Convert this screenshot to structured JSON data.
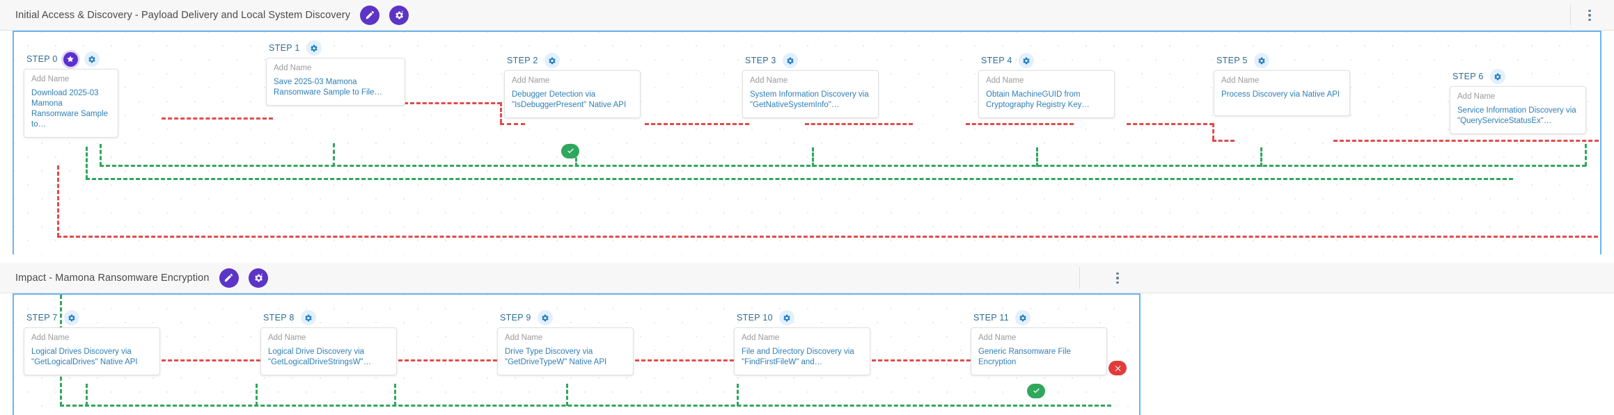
{
  "theme": {
    "accent_purple": "#5c34c6",
    "link_blue": "#2f7fb5",
    "lane_border_blue": "#6ab5ef",
    "connector_red": "#e24b4b",
    "connector_green": "#2fa75c",
    "status_ok_green": "#2fa75c",
    "status_error_red": "#e03c3c",
    "header_bg": "#f7f7f7"
  },
  "sections": [
    {
      "id": "section-initial-access",
      "title": "Initial Access & Discovery - Payload Delivery and Local System Discovery",
      "edit_icon": "pencil-icon",
      "settings_icon": "gear-sparkle-icon",
      "menu_icon": "kebab-menu-icon"
    },
    {
      "id": "section-impact",
      "title": "Impact - Mamona Ransomware Encryption",
      "edit_icon": "pencil-icon",
      "settings_icon": "gear-sparkle-icon",
      "menu_icon": "kebab-menu-icon"
    }
  ],
  "card_placeholder": "Add Name",
  "steps": [
    {
      "label": "STEP 0",
      "name_placeholder": "Add Name",
      "description": "Download 2025-03 Mamona Ransomware Sample to…",
      "has_star_badge": true,
      "star_icon": "star-badge-icon",
      "gear_icon": "gear-icon"
    },
    {
      "label": "STEP 1",
      "name_placeholder": "Add Name",
      "description": "Save 2025-03 Mamona Ransomware Sample to File…",
      "has_star_badge": false,
      "gear_icon": "gear-icon"
    },
    {
      "label": "STEP 2",
      "name_placeholder": "Add Name",
      "description": "Debugger Detection via \"IsDebuggerPresent\" Native API",
      "has_star_badge": false,
      "gear_icon": "gear-icon",
      "status": "ok"
    },
    {
      "label": "STEP 3",
      "name_placeholder": "Add Name",
      "description": "System Information Discovery via \"GetNativeSystemInfo\"…",
      "has_star_badge": false,
      "gear_icon": "gear-icon"
    },
    {
      "label": "STEP 4",
      "name_placeholder": "Add Name",
      "description": "Obtain MachineGUID from Cryptography Registry Key…",
      "has_star_badge": false,
      "gear_icon": "gear-icon"
    },
    {
      "label": "STEP 5",
      "name_placeholder": "Add Name",
      "description": "Process Discovery via Native API",
      "has_star_badge": false,
      "gear_icon": "gear-icon"
    },
    {
      "label": "STEP 6",
      "name_placeholder": "Add Name",
      "description": "Service Information Discovery via \"QueryServiceStatusEx\"…",
      "has_star_badge": false,
      "gear_icon": "gear-icon"
    },
    {
      "label": "STEP 7",
      "name_placeholder": "Add Name",
      "description": "Logical Drives Discovery via \"GetLogicalDrives\" Native API",
      "has_star_badge": false,
      "gear_icon": "gear-icon"
    },
    {
      "label": "STEP 8",
      "name_placeholder": "Add Name",
      "description": "Logical Drive Discovery via \"GetLogicalDriveStringsW\"…",
      "has_star_badge": false,
      "gear_icon": "gear-icon"
    },
    {
      "label": "STEP 9",
      "name_placeholder": "Add Name",
      "description": "Drive Type Discovery via \"GetDriveTypeW\" Native API",
      "has_star_badge": false,
      "gear_icon": "gear-icon"
    },
    {
      "label": "STEP 10",
      "name_placeholder": "Add Name",
      "description": "File and Directory Discovery via \"FindFirstFileW\" and…",
      "has_star_badge": false,
      "gear_icon": "gear-icon"
    },
    {
      "label": "STEP 11",
      "name_placeholder": "Add Name",
      "description": "Generic Ransomware File Encryption",
      "has_star_badge": false,
      "gear_icon": "gear-icon",
      "status": "error",
      "status2": "ok"
    }
  ],
  "status_icons": {
    "ok": "check-circle-icon",
    "error": "x-circle-icon"
  }
}
